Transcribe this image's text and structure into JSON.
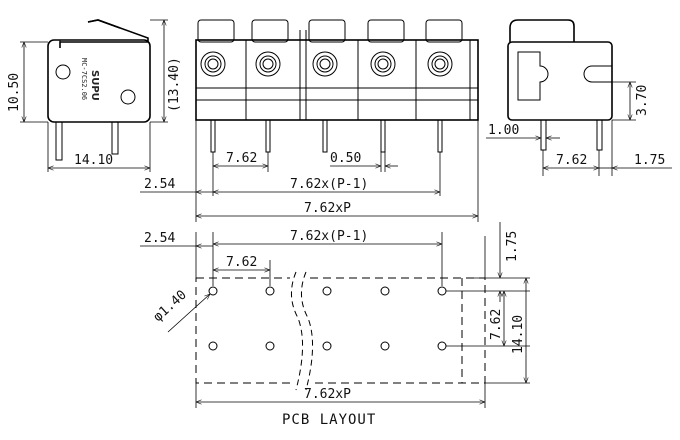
{
  "labels": {
    "brand": "SUPU",
    "model": "MC-7CS2.06"
  },
  "dims": {
    "height_10_50": "10.50",
    "height_13_40": "(13.40)",
    "width_14_10": "14.10",
    "offset_2_54": "2.54",
    "pitch_7_62": "7.62",
    "pin_0_50": "0.50",
    "pitch_p_minus_1": "7.62x(P-1)",
    "pitch_p": "7.62xP",
    "side_3_70": "3.70",
    "side_1_00": "1.00",
    "side_7_62": "7.62",
    "side_1_75": "1.75"
  },
  "pcb": {
    "offset_2_54": "2.54",
    "pitch_p_minus_1": "7.62x(P-1)",
    "pitch_7_62": "7.62",
    "hole_dia": "φ1.40",
    "edge_1_75": "1.75",
    "vert_7_62": "7.62",
    "vert_14_10": "14.10",
    "pitch_p": "7.62xP",
    "title": "PCB LAYOUT"
  }
}
